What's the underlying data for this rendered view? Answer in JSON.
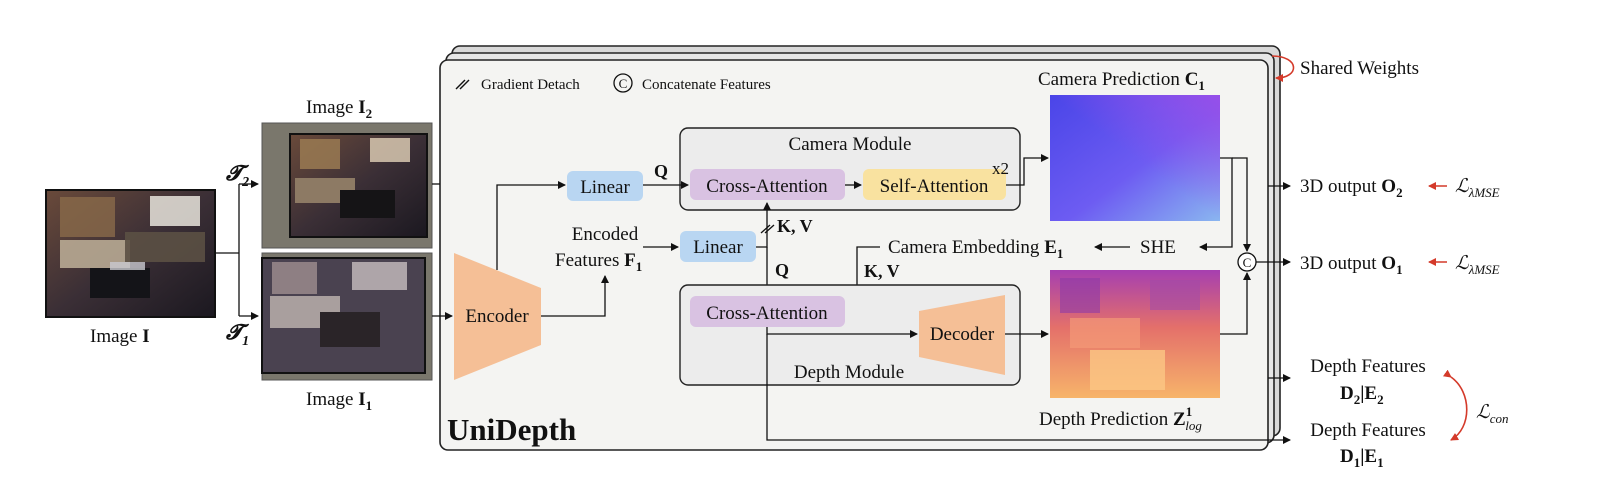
{
  "title": "UniDepth",
  "legend": {
    "gradient_detach": "Gradient Detach",
    "concatenate_symbol": "C",
    "concatenate": "Concatenate Features"
  },
  "shared_weights": "Shared Weights",
  "input": {
    "image_label": "Image",
    "image_var": "I",
    "aug2_sym": "𝓣",
    "aug2_sub": "2",
    "aug1_sym": "𝓣",
    "aug1_sub": "1",
    "image2_label": "Image",
    "image2_var": "I",
    "image2_sub": "2",
    "image1_label": "Image",
    "image1_var": "I",
    "image1_sub": "1"
  },
  "encoder": "Encoder",
  "encoded_features": {
    "line1": "Encoded",
    "line2": "Features",
    "var": "F",
    "sub": "1"
  },
  "linear_top": "Linear",
  "linear_mid": "Linear",
  "q_top": "Q",
  "q_mid": "Q",
  "kv_top": "K, V",
  "kv_mid": "K, V",
  "camera_module": {
    "title": "Camera Module",
    "cross_attention": "Cross-Attention",
    "self_attention": "Self-Attention",
    "repeat": "x2"
  },
  "depth_module": {
    "title": "Depth Module",
    "cross_attention": "Cross-Attention",
    "decoder": "Decoder"
  },
  "camera_prediction": {
    "label": "Camera Prediction",
    "var": "C",
    "sub": "1"
  },
  "camera_embedding": {
    "label": "Camera Embedding",
    "var": "E",
    "sub": "1"
  },
  "she": "SHE",
  "concat_symbol": "C",
  "depth_prediction": {
    "label": "Depth Prediction",
    "var": "Z",
    "sup": "1",
    "sub": "log"
  },
  "outputs": {
    "o2_label": "3D output",
    "o2_var": "O",
    "o2_sub": "2",
    "o1_label": "3D output",
    "o1_var": "O",
    "o1_sub": "1",
    "loss_sym": "ℒ",
    "loss_mse_sub": "λMSE",
    "df2_label": "Depth Features",
    "df2_d": "D",
    "df2_dsub": "2",
    "df2_e": "E",
    "df2_esub": "2",
    "df1_label": "Depth Features",
    "df1_d": "D",
    "df1_dsub": "1",
    "df1_e": "E",
    "df1_esub": "1",
    "loss_con_sub": "con",
    "bar": "|"
  },
  "colors": {
    "linear": "#b9d6f2",
    "cross_attention": "#d9c2e2",
    "self_attention": "#f9e2a0",
    "encoder": "#f5bf96",
    "module_bg": "#ececec",
    "unidepth_bg": "#f4f4f2",
    "arrow_red": "#d43a2a"
  }
}
